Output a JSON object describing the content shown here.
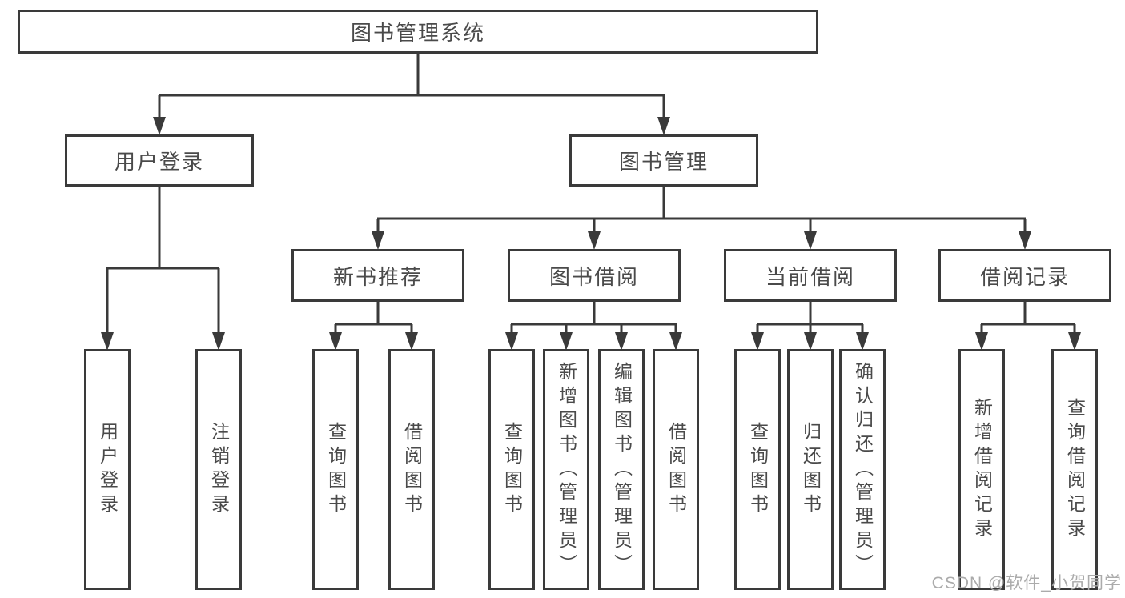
{
  "diagram": {
    "watermark": "CSDN @软件_小贺同学",
    "colors": {
      "line": "#3a3a3a",
      "box_border": "#3a3a3a",
      "text": "#4a4a4a",
      "watermark": "#ababab",
      "background": "#ffffff"
    },
    "root": {
      "label": "图书管理系统",
      "children": [
        {
          "label": "用户登录",
          "children": [
            {
              "label": "用户登录"
            },
            {
              "label": "注销登录"
            }
          ]
        },
        {
          "label": "图书管理",
          "children": [
            {
              "label": "新书推荐",
              "children": [
                {
                  "label": "查询图书"
                },
                {
                  "label": "借阅图书"
                }
              ]
            },
            {
              "label": "图书借阅",
              "children": [
                {
                  "label": "查询图书"
                },
                {
                  "label": "新增图书（管理员）"
                },
                {
                  "label": "编辑图书（管理员）"
                },
                {
                  "label": "借阅图书"
                }
              ]
            },
            {
              "label": "当前借阅",
              "children": [
                {
                  "label": "查询图书"
                },
                {
                  "label": "归还图书"
                },
                {
                  "label": "确认归还（管理员）"
                }
              ]
            },
            {
              "label": "借阅记录",
              "children": [
                {
                  "label": "新增借阅记录"
                },
                {
                  "label": "查询借阅记录"
                }
              ]
            }
          ]
        }
      ]
    }
  }
}
